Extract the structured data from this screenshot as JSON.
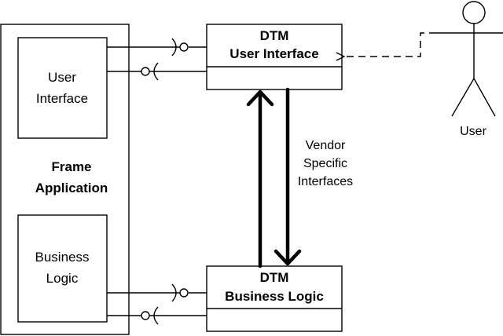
{
  "frame_application": {
    "title_line1": "Frame",
    "title_line2": "Application",
    "user_interface_line1": "User",
    "user_interface_line2": "Interface",
    "business_logic_line1": "Business",
    "business_logic_line2": "Logic"
  },
  "dtm_ui": {
    "title_line1": "DTM",
    "title_line2": "User Interface"
  },
  "dtm_bl": {
    "title_line1": "DTM",
    "title_line2": "Business Logic"
  },
  "vendor_label": {
    "line1": "Vendor",
    "line2": "Specific",
    "line3": "Interfaces"
  },
  "user_actor": {
    "label": "User"
  },
  "colors": {
    "stroke": "#000000",
    "background": "#ffffff"
  }
}
